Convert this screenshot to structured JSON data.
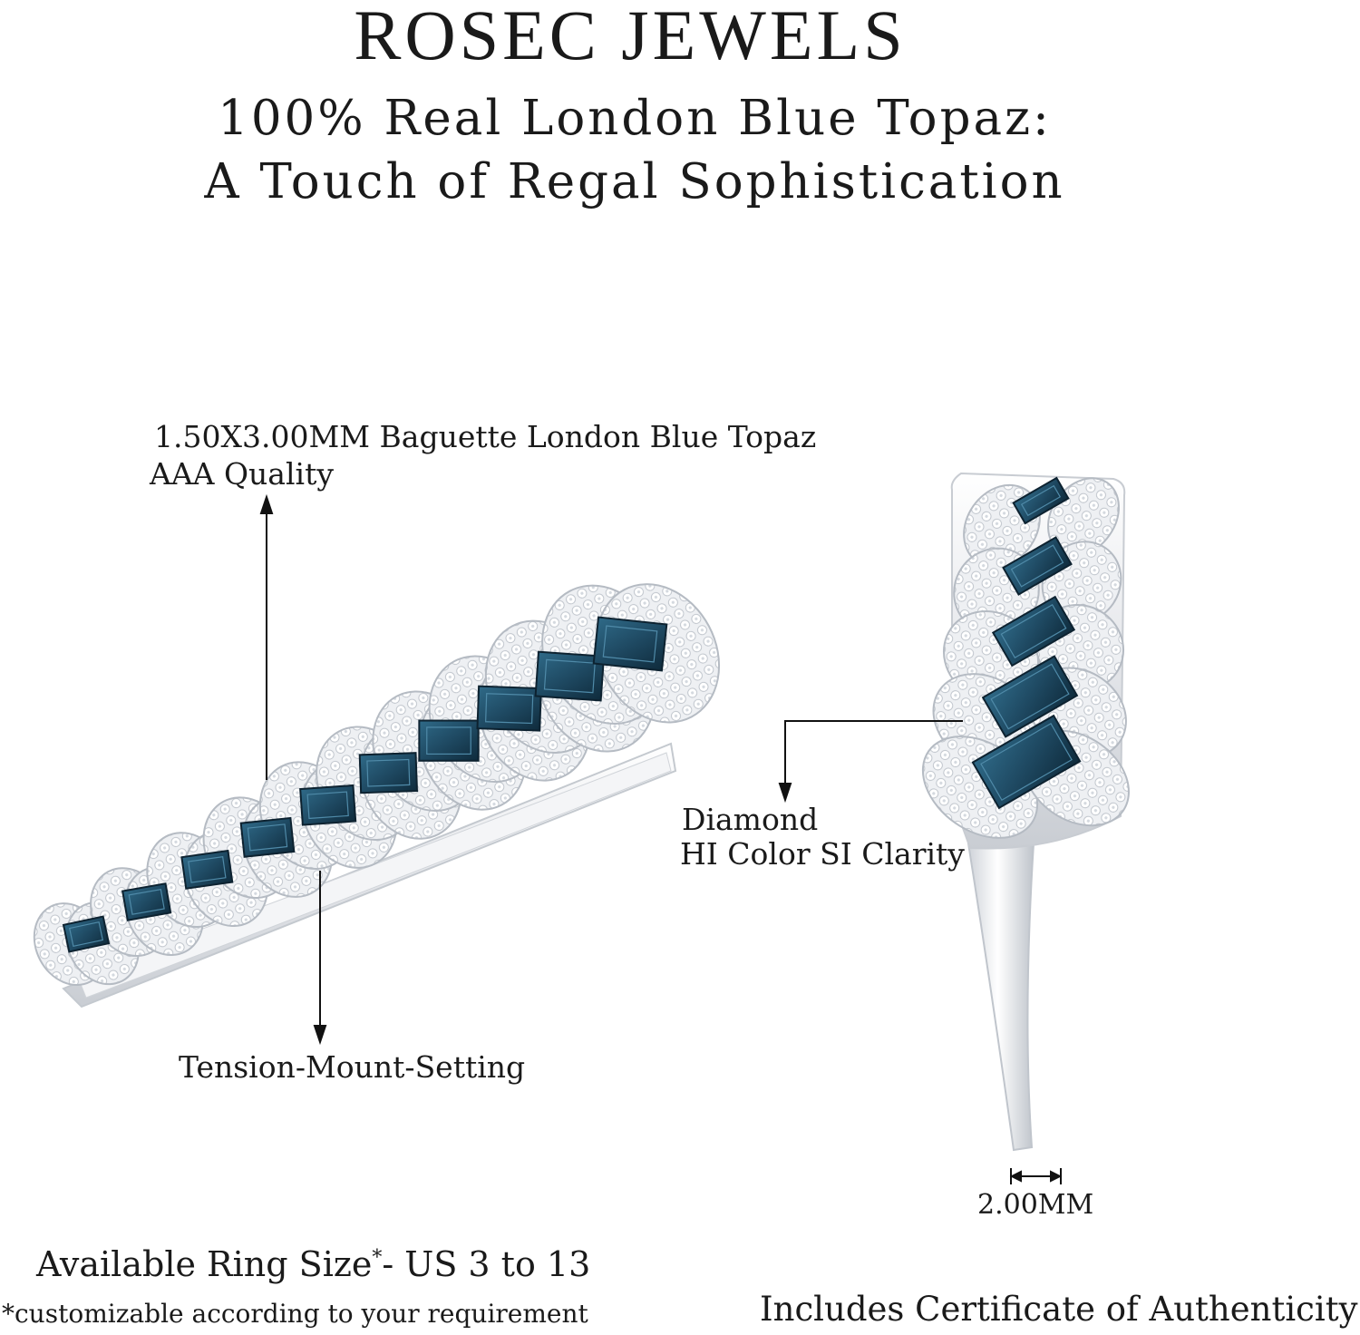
{
  "brand": "ROSEC JEWELS",
  "headline_line1": "100% Real London Blue Topaz:",
  "headline_line2": "A Touch of Regal Sophistication",
  "annotations": {
    "topaz_line1": "1.50X3.00MM Baguette London Blue Topaz",
    "topaz_line2": "AAA Quality",
    "setting": "Tension-Mount-Setting",
    "diamond_line1": "Diamond",
    "diamond_line2": "HI Color SI Clarity",
    "band_width": "2.00MM"
  },
  "footer": {
    "ring_size": "Available Ring Size",
    "ring_size_mark": "*",
    "ring_size_range": "- US 3 to 13",
    "note": "*customizable according to your requirement",
    "certificate": "Includes Certificate of Authenticity"
  },
  "colors": {
    "topaz": "#1f4a63",
    "metal": "#e9ebee",
    "diamond": "#f7f8fa",
    "line": "#111111"
  }
}
